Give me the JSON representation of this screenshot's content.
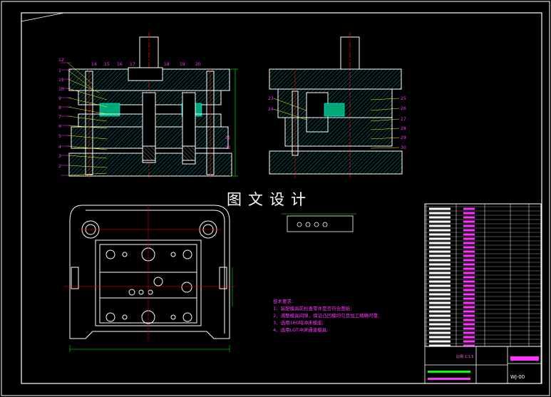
{
  "drawing": {
    "title": "图文设计",
    "tech_notes": {
      "heading": "技术要求:",
      "items": [
        "1、装配模具前检查零件是否符合图纸;",
        "2、调整模具间隙，保证凸凹模均匀且加工精确可靠;",
        "3、选用160吨冲床模座;",
        "4、选用LGT冲床通道模具;"
      ]
    },
    "balloon_numbers_left": [
      "12",
      "14",
      "15",
      "16",
      "17",
      "18",
      "19",
      "20",
      "1",
      "11",
      "10",
      "9",
      "8",
      "7",
      "6",
      "5",
      "4",
      "3",
      "2",
      "21",
      "22"
    ],
    "balloon_numbers_right": [
      "23",
      "24",
      "25",
      "26",
      "27",
      "28",
      "29",
      "30"
    ],
    "title_block": {
      "scale_text": "比例 1:1.5",
      "drawing_code": "WJ-00"
    },
    "colors": {
      "background": "#000000",
      "outline": "#ffffff",
      "hatch": "#00ffff",
      "centerline": "#ff0000",
      "dimension": "#00ff00",
      "annotation": "#ff33ff",
      "leader": "#ffff00"
    }
  }
}
